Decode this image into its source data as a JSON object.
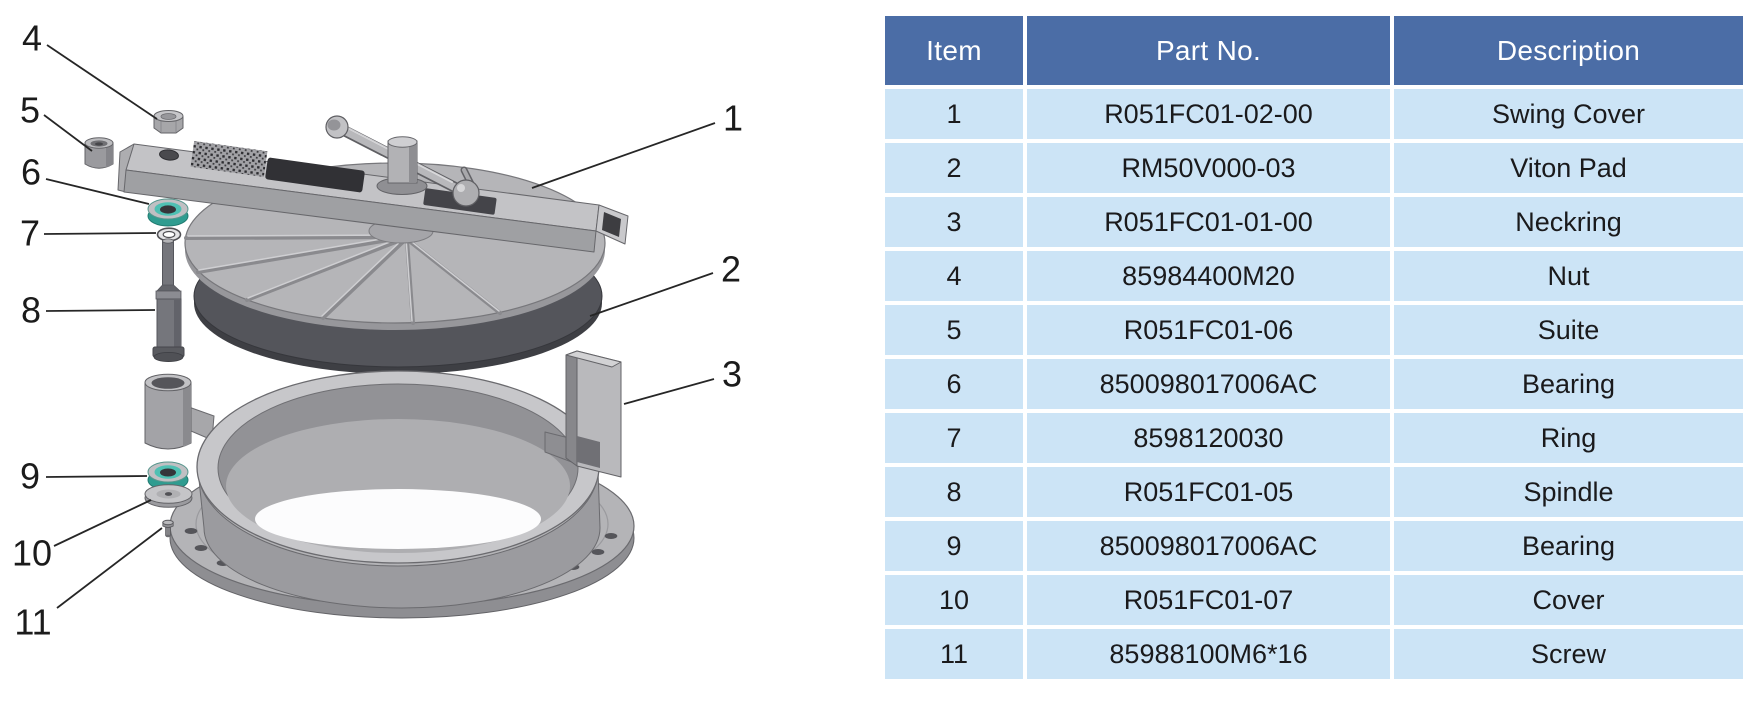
{
  "colors": {
    "table-header-bg": "#4b6da6",
    "table-header-text": "#ffffff",
    "table-row-bg": "#cce4f6",
    "table-text": "#1a1a1c",
    "callout-text": "#1b1b1b",
    "bearing-teal": "#4fc0b3",
    "bearing-teal-dark": "#2f9c90",
    "viton-gray": "#54555b"
  },
  "table": {
    "headers": {
      "item": "Item",
      "part_no": "Part No.",
      "description": "Description"
    },
    "rows": [
      {
        "item": "1",
        "part_no": "R051FC01-02-00",
        "description": "Swing Cover"
      },
      {
        "item": "2",
        "part_no": "RM50V000-03",
        "description": "Viton Pad"
      },
      {
        "item": "3",
        "part_no": "R051FC01-01-00",
        "description": "Neckring"
      },
      {
        "item": "4",
        "part_no": "85984400M20",
        "description": "Nut"
      },
      {
        "item": "5",
        "part_no": "R051FC01-06",
        "description": "Suite"
      },
      {
        "item": "6",
        "part_no": "850098017006AC",
        "description": "Bearing"
      },
      {
        "item": "7",
        "part_no": "8598120030",
        "description": "Ring"
      },
      {
        "item": "8",
        "part_no": "R051FC01-05",
        "description": "Spindle"
      },
      {
        "item": "9",
        "part_no": "850098017006AC",
        "description": "Bearing"
      },
      {
        "item": "10",
        "part_no": "R051FC01-07",
        "description": "Cover"
      },
      {
        "item": "11",
        "part_no": "85988100M6*16",
        "description": "Screw"
      }
    ]
  },
  "diagram": {
    "callouts": [
      "1",
      "2",
      "3",
      "4",
      "5",
      "6",
      "7",
      "8",
      "9",
      "10",
      "11"
    ]
  }
}
